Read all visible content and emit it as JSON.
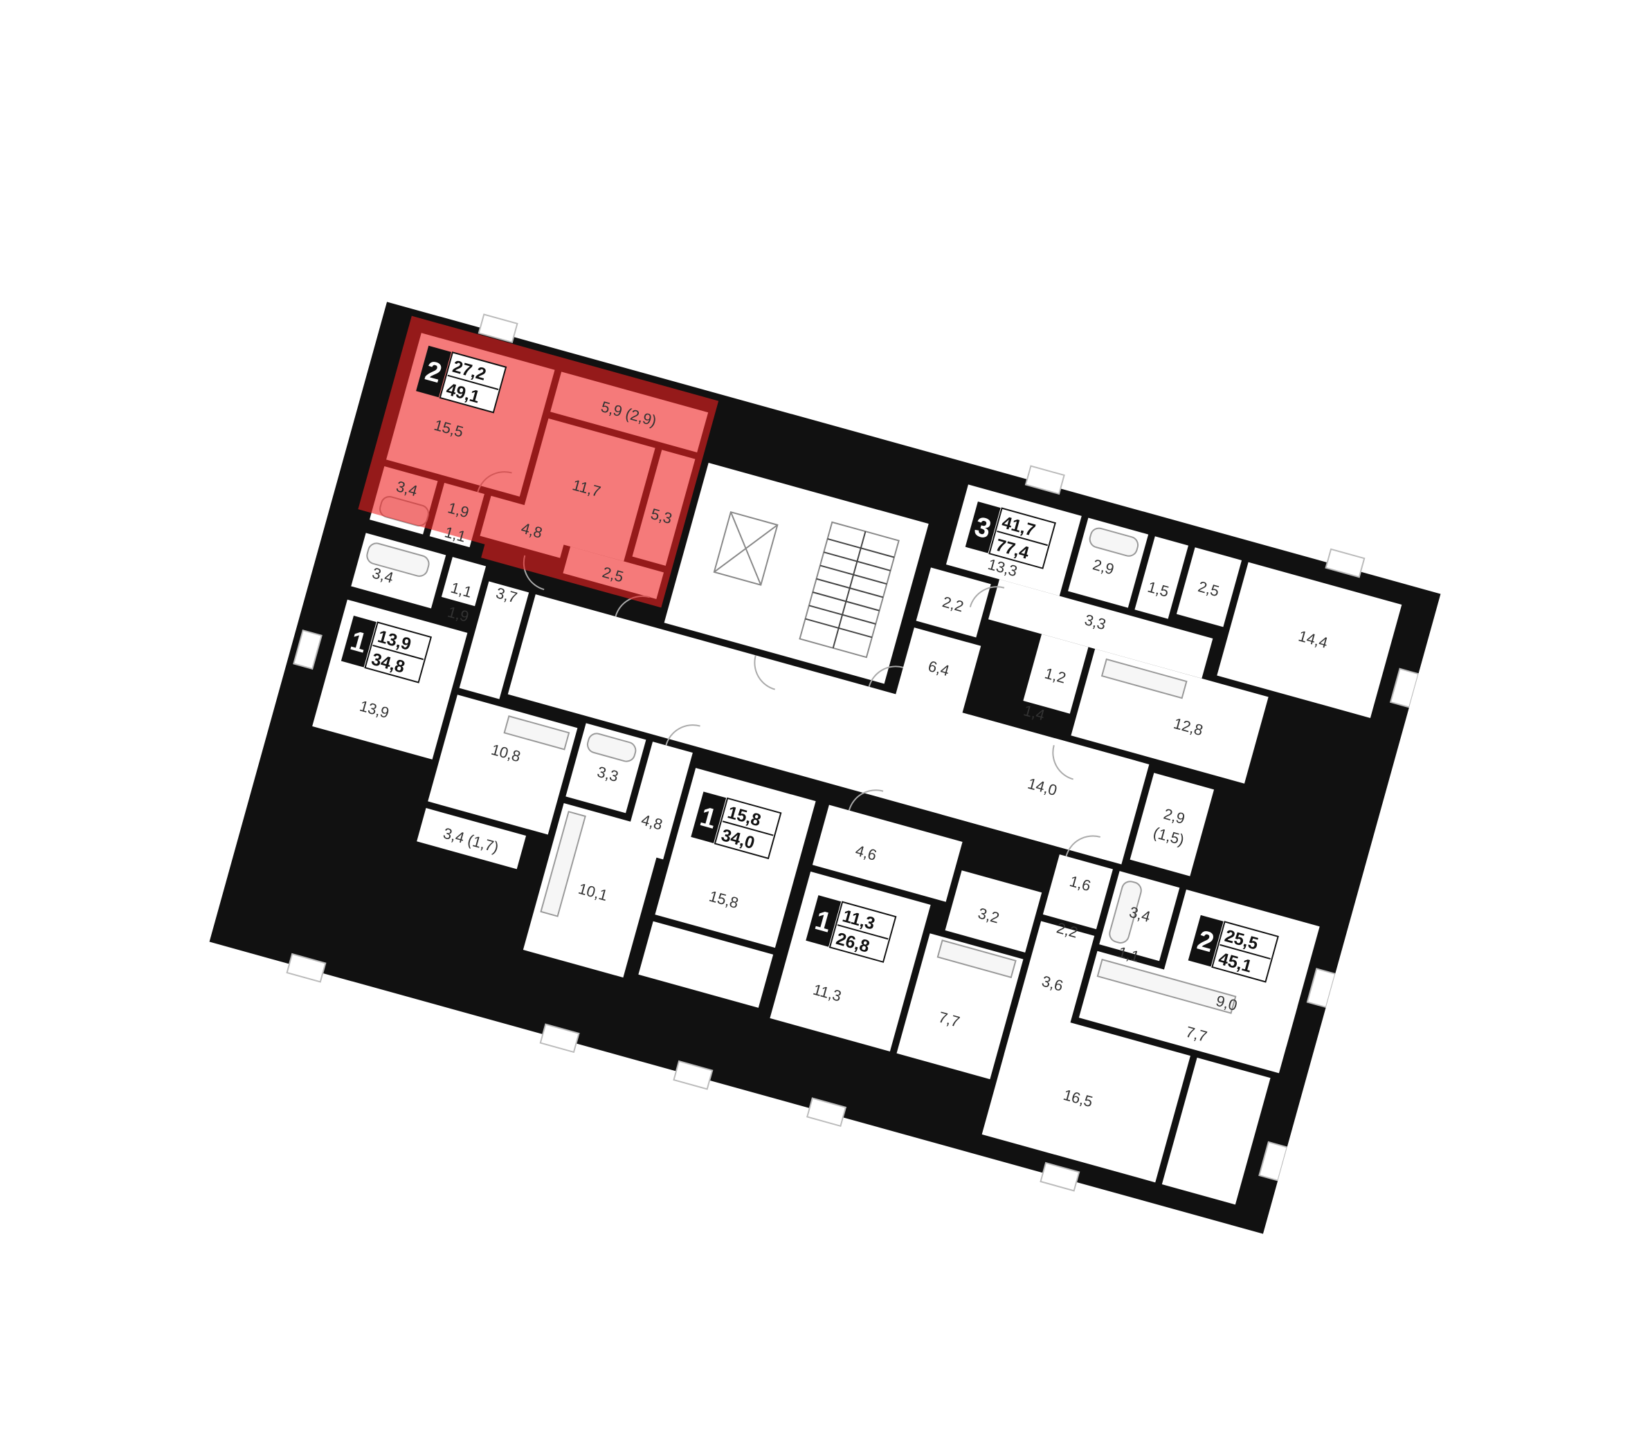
{
  "colors": {
    "highlight": "#ee2222",
    "walls": "#111111",
    "background": "#ffffff"
  },
  "apartments": [
    {
      "rooms": "2",
      "living": "27,2",
      "total": "49,1",
      "highlighted": true
    },
    {
      "rooms": "3",
      "living": "41,7",
      "total": "77,4",
      "highlighted": false
    },
    {
      "rooms": "1",
      "living": "13,9",
      "total": "34,8",
      "highlighted": false
    },
    {
      "rooms": "1",
      "living": "15,8",
      "total": "34,0",
      "highlighted": false
    },
    {
      "rooms": "1",
      "living": "11,3",
      "total": "26,8",
      "highlighted": false
    },
    {
      "rooms": "2",
      "living": "25,5",
      "total": "45,1",
      "highlighted": false
    }
  ],
  "room_areas": [
    "15,5",
    "5,9 (2,9)",
    "11,7",
    "3,4",
    "1,9",
    "1,1",
    "4,8",
    "5,3",
    "2,5",
    "3,4",
    "1,1",
    "1,9",
    "3,7",
    "13,9",
    "10,8",
    "3,4 (1,7)",
    "3,3",
    "4,8",
    "10,1",
    "15,8",
    "13,3",
    "2,9",
    "1,5",
    "2,5",
    "3,3",
    "14,4",
    "2,2",
    "6,4",
    "1,2",
    "12,8",
    "1,4",
    "14,0",
    "2,9",
    "(1,5)",
    "1,6",
    "2,2",
    "3,4",
    "1,1",
    "9,0",
    "3,6",
    "7,7",
    "4,6",
    "3,2",
    "11,3",
    "7,7",
    "16,5"
  ]
}
